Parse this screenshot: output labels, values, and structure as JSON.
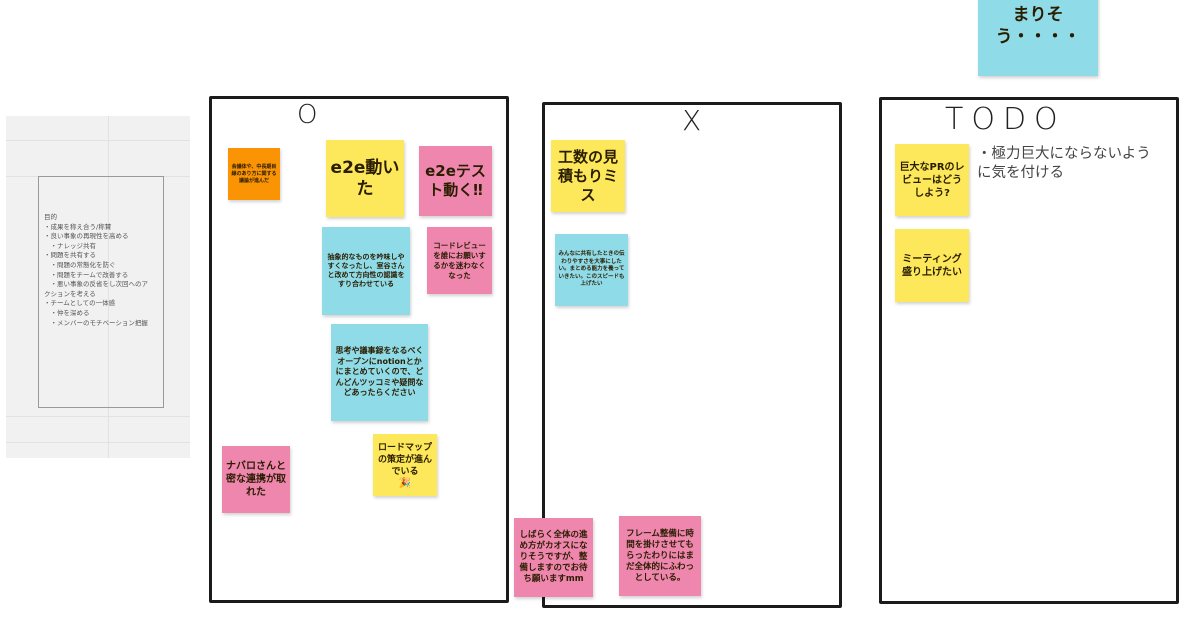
{
  "purpose": {
    "lines": [
      "目的",
      "",
      "・成果を称え合う/称賛",
      "",
      "・良い事象の再現性を高める",
      "　・ナレッジ共有",
      "",
      "・問題を共有する",
      "　・問題の常態化を防ぐ",
      "　・問題をチームで改善する",
      "　・悪い事象の反省をし次回へのア",
      "クションを考える",
      "",
      "・チームとしての一体感",
      "　・仲を深める",
      "　・メンバーのモチベーション把握"
    ]
  },
  "frames": {
    "good": {
      "title": "O"
    },
    "bad": {
      "title": "X"
    },
    "todo": {
      "title": "TODO",
      "note": "・極力巨大にならないように気を付ける"
    }
  },
  "stickies": {
    "top_partial": "まりそう・・・・",
    "meeting_rules": "会議体や、中長期目線のあり方に関する議論が進んだ",
    "e2e_moved": "e2e動いた",
    "e2e_test": "e2eテスト動く‼",
    "abstract": "抽象的なものを吟味しやすくなったし、室谷さんと改めて方向性の認識をすり合わせている",
    "code_review": "コードレビューを誰にお願いするかを迷わなくなった",
    "notion": "思考や議事録をなるべくオープンにnotionとかにまとめていくので、どんどんツッコミや疑問などあったらください",
    "naburo": "ナバロさんと密な連携が取れた",
    "roadmap": "ロードマップの策定が進んでいる",
    "roadmap_emoji": "🎉",
    "estimate_miss": "工数の見積もりミス",
    "share_pace": "みんなに共有したときの伝わりやすさを大事にしたい。まとめる能力を養っていきたい。このスピードも上げたい",
    "chaos": "しばらく全体の進め方がカオスになりそうですが、整備しますのでお待ち願いますmm",
    "frame_setup": "フレーム整備に時間を掛けさせてもらったわりにはまだ全体的にふわっとしている。",
    "big_pr": "巨大なPRのレビューはどうしよう?",
    "meeting_boost": "ミーティング盛り上げたい"
  },
  "colors": {
    "yellow": "#fce85a",
    "pink": "#ef86ae",
    "cyan": "#8fdbe8",
    "orange": "#fb9404",
    "frame_border": "#1b1b1b"
  }
}
